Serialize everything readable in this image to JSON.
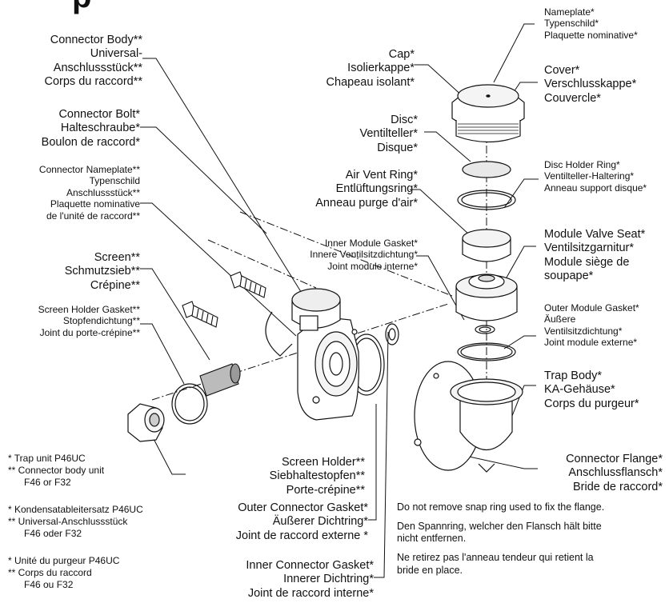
{
  "title_partial": "p",
  "labels": {
    "connector_body": [
      "Connector Body**",
      "Universal-",
      "Anschlussstück**",
      "Corps du raccord**"
    ],
    "connector_bolt": [
      "Connector Bolt*",
      "Halteschraube*",
      "Boulon de raccord*"
    ],
    "connector_nameplate": [
      "Connector Nameplate**",
      "Typenschild",
      "Anschlussstück**",
      "Plaquette nominative",
      "de l'unité de raccord**"
    ],
    "screen": [
      "Screen**",
      "Schmutzsieb**",
      "Crépine**"
    ],
    "screen_holder_gasket": [
      "Screen Holder Gasket**",
      "Stopfendichtung**",
      "Joint du porte-crépine**"
    ],
    "cap": [
      "Cap*",
      "Isolierkappe*",
      "Chapeau isolant*"
    ],
    "nameplate": [
      "Nameplate*",
      "Typenschild*",
      "Plaquette nominative*"
    ],
    "cover": [
      "Cover*",
      "Verschlusskappe*",
      "Couvercle*"
    ],
    "disc": [
      "Disc*",
      "Ventilteller*",
      "Disque*"
    ],
    "disc_holder_ring": [
      "Disc Holder Ring*",
      "Ventilteller-Haltering*",
      "Anneau support disque*"
    ],
    "air_vent_ring": [
      "Air Vent Ring*",
      "Entlüftungsring*",
      "Anneau purge d'air*"
    ],
    "inner_module_gasket": [
      "Inner Module Gasket*",
      "Innere Ventilsitzdichtung*",
      "Joint module interne*"
    ],
    "module_valve_seat": [
      "Module Valve Seat*",
      "Ventilsitzgarnitur*",
      "Module siège de",
      "soupape*"
    ],
    "outer_module_gasket": [
      "Outer Module Gasket*",
      "Äußere",
      "Ventilsitzdichtung*",
      "Joint module externe*"
    ],
    "trap_body": [
      "Trap Body*",
      "KA-Gehäuse*",
      "Corps du purgeur*"
    ],
    "connector_flange": [
      "Connector Flange*",
      "Anschlussflansch*",
      "Bride de raccord*"
    ],
    "screen_holder": [
      "Screen Holder**",
      "Siebhaltestopfen**",
      "Porte-crépine**"
    ],
    "outer_connector_gasket": [
      "Outer Connector Gasket*",
      "Äußerer Dichtring*",
      "Joint de raccord externe *"
    ],
    "inner_connector_gasket": [
      "Inner Connector Gasket*",
      "Innerer Dichtring*",
      "Joint de raccord interne*"
    ]
  },
  "footnotes": {
    "en": [
      "* Trap unit P46UC",
      "** Connector body unit",
      "F46 or F32"
    ],
    "de": [
      "* Kondensatableitersatz P46UC",
      "** Universal-Anschlussstück",
      "F46 oder F32"
    ],
    "fr": [
      "* Unité du purgeur P46UC",
      "** Corps du raccord",
      "F46 ou F32"
    ]
  },
  "snap_ring_note": {
    "en": [
      "Do not remove snap ring used to fix the flange."
    ],
    "de": [
      "Den Spannring, welcher den Flansch hält bitte",
      "nicht entfernen."
    ],
    "fr": [
      "Ne retirez pas l'anneau tendeur qui retient la",
      "bride en place."
    ]
  }
}
